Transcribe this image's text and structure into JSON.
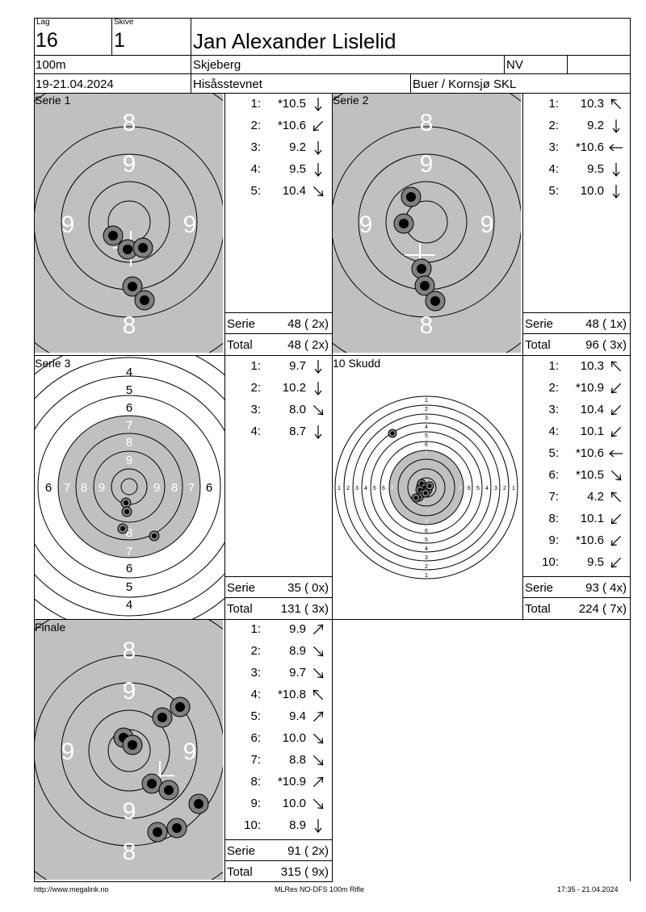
{
  "header": {
    "lag_label": "Lag",
    "lag_value": "16",
    "skive_label": "Skive",
    "skive_value": "1",
    "name": "Jan Alexander Lislelid",
    "distance": "100m",
    "place": "Skjeberg",
    "class": "NV",
    "date": "19-21.04.2024",
    "event": "Hisåsstevnet",
    "club": "Buer / Kornsjø SKL"
  },
  "panels": {
    "serie1": {
      "title": "Serie 1",
      "shots": [
        {
          "n": "1:",
          "v": "*10.5",
          "dir": "S"
        },
        {
          "n": "2:",
          "v": "*10.6",
          "dir": "SW"
        },
        {
          "n": "3:",
          "v": "9.2",
          "dir": "S"
        },
        {
          "n": "4:",
          "v": "9.5",
          "dir": "S"
        },
        {
          "n": "5:",
          "v": "10.4",
          "dir": "SE"
        }
      ],
      "serie_label": "Serie",
      "serie_value": "48 ( 2x)",
      "total_label": "Total",
      "total_value": "48 ( 2x)"
    },
    "serie2": {
      "title": "Serie 2",
      "shots": [
        {
          "n": "1:",
          "v": "10.3",
          "dir": "NW"
        },
        {
          "n": "2:",
          "v": "9.2",
          "dir": "S"
        },
        {
          "n": "3:",
          "v": "*10.6",
          "dir": "W"
        },
        {
          "n": "4:",
          "v": "9.5",
          "dir": "S"
        },
        {
          "n": "5:",
          "v": "10.0",
          "dir": "S"
        }
      ],
      "serie_label": "Serie",
      "serie_value": "48 ( 1x)",
      "total_label": "Total",
      "total_value": "96 ( 3x)"
    },
    "serie3": {
      "title": "Serie 3",
      "shots": [
        {
          "n": "1:",
          "v": "9.7",
          "dir": "S"
        },
        {
          "n": "2:",
          "v": "10.2",
          "dir": "S"
        },
        {
          "n": "3:",
          "v": "8.0",
          "dir": "SE"
        },
        {
          "n": "4:",
          "v": "8.7",
          "dir": "S"
        }
      ],
      "serie_label": "Serie",
      "serie_value": "35 ( 0x)",
      "total_label": "Total",
      "total_value": "131 ( 3x)"
    },
    "skudd10": {
      "title": "10 Skudd",
      "shots": [
        {
          "n": "1:",
          "v": "10.3",
          "dir": "NW"
        },
        {
          "n": "2:",
          "v": "*10.9",
          "dir": "SW"
        },
        {
          "n": "3:",
          "v": "10.4",
          "dir": "SW"
        },
        {
          "n": "4:",
          "v": "10.1",
          "dir": "SW"
        },
        {
          "n": "5:",
          "v": "*10.6",
          "dir": "W"
        },
        {
          "n": "6:",
          "v": "*10.5",
          "dir": "SE"
        },
        {
          "n": "7:",
          "v": "4.2",
          "dir": "NW"
        },
        {
          "n": "8:",
          "v": "10.1",
          "dir": "SW"
        },
        {
          "n": "9:",
          "v": "*10.6",
          "dir": "SW"
        },
        {
          "n": "10:",
          "v": "9.5",
          "dir": "SW"
        }
      ],
      "serie_label": "Serie",
      "serie_value": "93 ( 4x)",
      "total_label": "Total",
      "total_value": "224 ( 7x)"
    },
    "finale": {
      "title": "Finale",
      "shots": [
        {
          "n": "1:",
          "v": "9.9",
          "dir": "NE"
        },
        {
          "n": "2:",
          "v": "8.9",
          "dir": "SE"
        },
        {
          "n": "3:",
          "v": "9.7",
          "dir": "SE"
        },
        {
          "n": "4:",
          "v": "*10.8",
          "dir": "NW"
        },
        {
          "n": "5:",
          "v": "9.4",
          "dir": "NE"
        },
        {
          "n": "6:",
          "v": "10.0",
          "dir": "SE"
        },
        {
          "n": "7:",
          "v": "8.8",
          "dir": "SE"
        },
        {
          "n": "8:",
          "v": "*10.9",
          "dir": "NE"
        },
        {
          "n": "9:",
          "v": "10.0",
          "dir": "SE"
        },
        {
          "n": "10:",
          "v": "8.9",
          "dir": "S"
        }
      ],
      "serie_label": "Serie",
      "serie_value": "91 ( 2x)",
      "total_label": "Total",
      "total_value": "315 ( 9x)"
    }
  },
  "targets": {
    "serie1_ring_labels": [
      "8",
      "9",
      "9",
      "9",
      "8"
    ],
    "serie2_ring_labels": [
      "8",
      "9",
      "9",
      "9",
      "8"
    ],
    "serie3_top_labels": [
      "4",
      "5",
      "6",
      "7",
      "8",
      "9"
    ],
    "serie3_bottom_labels": [
      "8",
      "7",
      "6",
      "5",
      "4"
    ],
    "serie3_left_labels": [
      "6",
      "7",
      "8",
      "9"
    ],
    "serie3_right_labels": [
      "9",
      "8",
      "7",
      "6"
    ],
    "finale_ring_labels": [
      "8",
      "9",
      "9",
      "9",
      "9",
      "8"
    ],
    "skudd10_ring_labels": [
      "1",
      "2",
      "3",
      "4",
      "5",
      "6",
      "7"
    ]
  },
  "footer": {
    "left": "http://www.megalink.no",
    "center": "MLRes NO-DFS 100m Rifle",
    "right": "17:35 - 21.04.2024"
  },
  "colors": {
    "target_gray": "#c0c0c0",
    "ink": "#000000",
    "shot_halo": "#808080"
  }
}
